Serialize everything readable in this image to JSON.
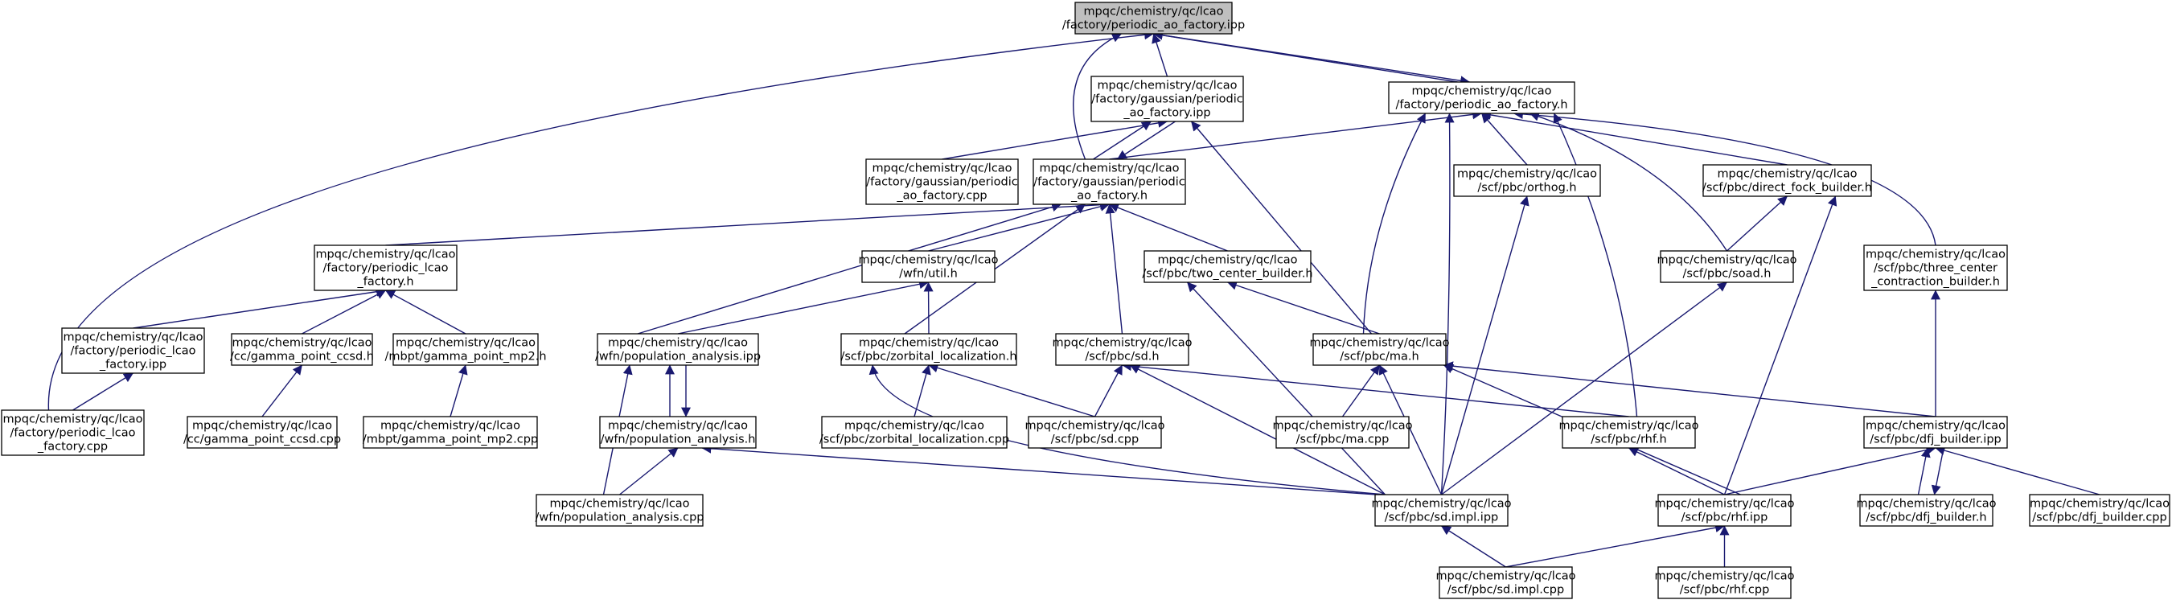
{
  "colors": {
    "edge": "#191970",
    "node_border": "#000000",
    "root_fill": "#bfbfbf",
    "node_fill": "#ffffff"
  },
  "nodes": [
    {
      "id": "root",
      "lines": [
        "mpqc/chemistry/qc/lcao",
        "/factory/periodic_ao_factory.ipp"
      ],
      "highlight": true
    },
    {
      "id": "gauss_ipp",
      "lines": [
        "mpqc/chemistry/qc/lcao",
        "/factory/gaussian/periodic",
        "_ao_factory.ipp"
      ]
    },
    {
      "id": "pao_h",
      "lines": [
        "mpqc/chemistry/qc/lcao",
        "/factory/periodic_ao_factory.h"
      ]
    },
    {
      "id": "gauss_cpp",
      "lines": [
        "mpqc/chemistry/qc/lcao",
        "/factory/gaussian/periodic",
        "_ao_factory.cpp"
      ]
    },
    {
      "id": "gauss_h",
      "lines": [
        "mpqc/chemistry/qc/lcao",
        "/factory/gaussian/periodic",
        "_ao_factory.h"
      ]
    },
    {
      "id": "orthog_h",
      "lines": [
        "mpqc/chemistry/qc/lcao",
        "/scf/pbc/orthog.h"
      ]
    },
    {
      "id": "dfb_h",
      "lines": [
        "mpqc/chemistry/qc/lcao",
        "/scf/pbc/direct_fock_builder.h"
      ]
    },
    {
      "id": "plcao_h",
      "lines": [
        "mpqc/chemistry/qc/lcao",
        "/factory/periodic_lcao",
        "_factory.h"
      ]
    },
    {
      "id": "util_h",
      "lines": [
        "mpqc/chemistry/qc/lcao",
        "/wfn/util.h"
      ]
    },
    {
      "id": "tcb_h",
      "lines": [
        "mpqc/chemistry/qc/lcao",
        "/scf/pbc/two_center_builder.h"
      ]
    },
    {
      "id": "soad_h",
      "lines": [
        "mpqc/chemistry/qc/lcao",
        "/scf/pbc/soad.h"
      ]
    },
    {
      "id": "tccb_h",
      "lines": [
        "mpqc/chemistry/qc/lcao",
        "/scf/pbc/three_center",
        "_contraction_builder.h"
      ]
    },
    {
      "id": "plcao_ipp",
      "lines": [
        "mpqc/chemistry/qc/lcao",
        "/factory/periodic_lcao",
        "_factory.ipp"
      ]
    },
    {
      "id": "ccsd_h",
      "lines": [
        "mpqc/chemistry/qc/lcao",
        "/cc/gamma_point_ccsd.h"
      ]
    },
    {
      "id": "mp2_h",
      "lines": [
        "mpqc/chemistry/qc/lcao",
        "/mbpt/gamma_point_mp2.h"
      ]
    },
    {
      "id": "popan_ipp",
      "lines": [
        "mpqc/chemistry/qc/lcao",
        "/wfn/population_analysis.ipp"
      ]
    },
    {
      "id": "zorb_h",
      "lines": [
        "mpqc/chemistry/qc/lcao",
        "/scf/pbc/zorbital_localization.h"
      ]
    },
    {
      "id": "sd_h",
      "lines": [
        "mpqc/chemistry/qc/lcao",
        "/scf/pbc/sd.h"
      ]
    },
    {
      "id": "ma_h",
      "lines": [
        "mpqc/chemistry/qc/lcao",
        "/scf/pbc/ma.h"
      ]
    },
    {
      "id": "plcao_cpp",
      "lines": [
        "mpqc/chemistry/qc/lcao",
        "/factory/periodic_lcao",
        "_factory.cpp"
      ]
    },
    {
      "id": "ccsd_cpp",
      "lines": [
        "mpqc/chemistry/qc/lcao",
        "/cc/gamma_point_ccsd.cpp"
      ]
    },
    {
      "id": "mp2_cpp",
      "lines": [
        "mpqc/chemistry/qc/lcao",
        "/mbpt/gamma_point_mp2.cpp"
      ]
    },
    {
      "id": "popan_h",
      "lines": [
        "mpqc/chemistry/qc/lcao",
        "/wfn/population_analysis.h"
      ]
    },
    {
      "id": "zorb_cpp",
      "lines": [
        "mpqc/chemistry/qc/lcao",
        "/scf/pbc/zorbital_localization.cpp"
      ]
    },
    {
      "id": "sd_cpp",
      "lines": [
        "mpqc/chemistry/qc/lcao",
        "/scf/pbc/sd.cpp"
      ]
    },
    {
      "id": "ma_cpp",
      "lines": [
        "mpqc/chemistry/qc/lcao",
        "/scf/pbc/ma.cpp"
      ]
    },
    {
      "id": "rhf_h",
      "lines": [
        "mpqc/chemistry/qc/lcao",
        "/scf/pbc/rhf.h"
      ]
    },
    {
      "id": "dfj_ipp",
      "lines": [
        "mpqc/chemistry/qc/lcao",
        "/scf/pbc/dfj_builder.ipp"
      ]
    },
    {
      "id": "popan_cpp",
      "lines": [
        "mpqc/chemistry/qc/lcao",
        "/wfn/population_analysis.cpp"
      ]
    },
    {
      "id": "sdimpl_ipp",
      "lines": [
        "mpqc/chemistry/qc/lcao",
        "/scf/pbc/sd.impl.ipp"
      ]
    },
    {
      "id": "rhf_ipp",
      "lines": [
        "mpqc/chemistry/qc/lcao",
        "/scf/pbc/rhf.ipp"
      ]
    },
    {
      "id": "dfj_h",
      "lines": [
        "mpqc/chemistry/qc/lcao",
        "/scf/pbc/dfj_builder.h"
      ]
    },
    {
      "id": "dfj_cpp",
      "lines": [
        "mpqc/chemistry/qc/lcao",
        "/scf/pbc/dfj_builder.cpp"
      ]
    },
    {
      "id": "sdimpl_cpp",
      "lines": [
        "mpqc/chemistry/qc/lcao",
        "/scf/pbc/sd.impl.cpp"
      ]
    },
    {
      "id": "rhf_cpp",
      "lines": [
        "mpqc/chemistry/qc/lcao",
        "/scf/pbc/rhf.cpp"
      ]
    }
  ],
  "edges": [
    [
      "gauss_ipp",
      "root"
    ],
    [
      "pao_h",
      "root"
    ],
    [
      "root",
      "pao_h"
    ],
    [
      "gauss_h",
      "root"
    ],
    [
      "plcao_cpp",
      "root"
    ],
    [
      "gauss_cpp",
      "gauss_ipp"
    ],
    [
      "gauss_h",
      "gauss_ipp"
    ],
    [
      "gauss_ipp",
      "gauss_h"
    ],
    [
      "ma_h",
      "gauss_ipp"
    ],
    [
      "gauss_h",
      "pao_h"
    ],
    [
      "orthog_h",
      "pao_h"
    ],
    [
      "dfb_h",
      "pao_h"
    ],
    [
      "soad_h",
      "pao_h"
    ],
    [
      "tccb_h",
      "pao_h"
    ],
    [
      "ma_h",
      "pao_h"
    ],
    [
      "rhf_h",
      "pao_h"
    ],
    [
      "sdimpl_ipp",
      "pao_h"
    ],
    [
      "plcao_h",
      "gauss_h"
    ],
    [
      "util_h",
      "gauss_h"
    ],
    [
      "popan_ipp",
      "gauss_h"
    ],
    [
      "zorb_h",
      "gauss_h"
    ],
    [
      "sd_h",
      "gauss_h"
    ],
    [
      "tcb_h",
      "gauss_h"
    ],
    [
      "sdimpl_ipp",
      "orthog_h"
    ],
    [
      "soad_h",
      "dfb_h"
    ],
    [
      "rhf_ipp",
      "dfb_h"
    ],
    [
      "plcao_ipp",
      "plcao_h"
    ],
    [
      "ccsd_h",
      "plcao_h"
    ],
    [
      "mp2_h",
      "plcao_h"
    ],
    [
      "popan_ipp",
      "util_h"
    ],
    [
      "zorb_h",
      "util_h"
    ],
    [
      "ma_h",
      "tcb_h"
    ],
    [
      "sdimpl_ipp",
      "tcb_h"
    ],
    [
      "sdimpl_ipp",
      "soad_h"
    ],
    [
      "dfj_ipp",
      "tccb_h"
    ],
    [
      "plcao_cpp",
      "plcao_ipp"
    ],
    [
      "ccsd_cpp",
      "ccsd_h"
    ],
    [
      "mp2_cpp",
      "mp2_h"
    ],
    [
      "popan_h",
      "popan_ipp"
    ],
    [
      "popan_ipp",
      "popan_h"
    ],
    [
      "popan_cpp",
      "popan_ipp"
    ],
    [
      "zorb_cpp",
      "zorb_h"
    ],
    [
      "sd_cpp",
      "zorb_h"
    ],
    [
      "sdimpl_ipp",
      "zorb_h"
    ],
    [
      "sd_cpp",
      "sd_h"
    ],
    [
      "rhf_h",
      "sd_h"
    ],
    [
      "sdimpl_ipp",
      "sd_h"
    ],
    [
      "ma_cpp",
      "ma_h"
    ],
    [
      "dfj_ipp",
      "ma_h"
    ],
    [
      "sdimpl_ipp",
      "ma_h"
    ],
    [
      "rhf_ipp",
      "ma_h"
    ],
    [
      "popan_cpp",
      "popan_h"
    ],
    [
      "sdimpl_ipp",
      "popan_h"
    ],
    [
      "rhf_ipp",
      "rhf_h"
    ],
    [
      "rhf_ipp",
      "dfj_ipp"
    ],
    [
      "dfj_h",
      "dfj_ipp"
    ],
    [
      "dfj_ipp",
      "dfj_h"
    ],
    [
      "dfj_cpp",
      "dfj_ipp"
    ],
    [
      "sdimpl_cpp",
      "sdimpl_ipp"
    ],
    [
      "sdimpl_cpp",
      "rhf_ipp"
    ],
    [
      "rhf_cpp",
      "rhf_ipp"
    ]
  ]
}
